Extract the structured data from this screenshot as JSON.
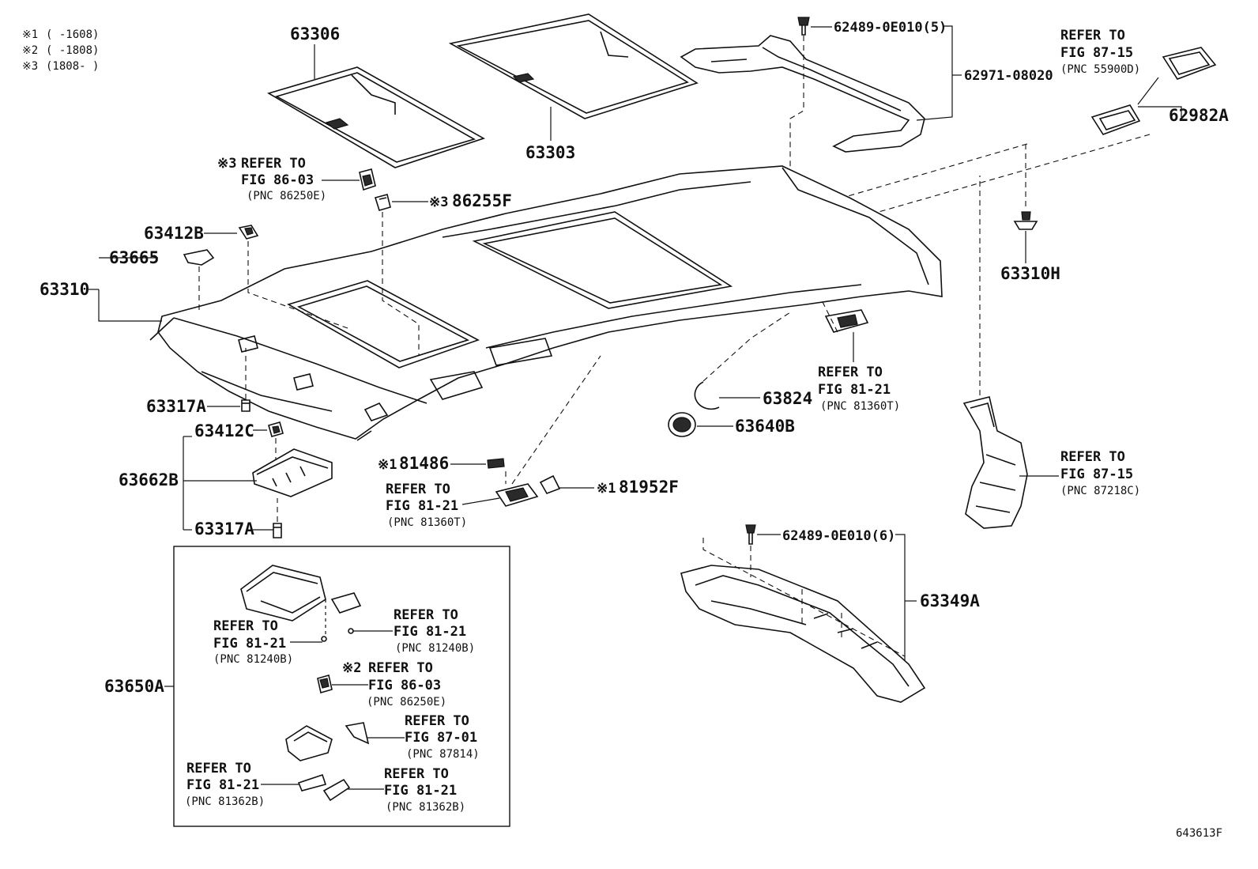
{
  "notes": [
    {
      "mark": "※1",
      "range": "(     -1608)"
    },
    {
      "mark": "※2",
      "range": "(     -1808)"
    },
    {
      "mark": "※3",
      "range": "(1808-     )"
    }
  ],
  "parts": {
    "p63306": "63306",
    "p63303": "63303",
    "p62489_5": "62489-0E010(5)",
    "p62971": "62971-08020",
    "p62982A": "62982A",
    "p63310H": "63310H",
    "p86255F_mark": "※3",
    "p86255F": "86255F",
    "p63412B": "63412B",
    "p63665": "63665",
    "p63310": "63310",
    "p63317A_1": "63317A",
    "p63412C": "63412C",
    "p63662B": "63662B",
    "p63317A_2": "63317A",
    "p63824": "63824",
    "p63640B": "63640B",
    "p81486_mark": "※1",
    "p81486": "81486",
    "p81952F_mark": "※1",
    "p81952F": "81952F",
    "p62489_6": "62489-0E010(6)",
    "p63349A": "63349A",
    "p63650A": "63650A"
  },
  "refs": {
    "r55900D": {
      "line1": "REFER TO",
      "line2": "FIG 87-15",
      "pnc": "(PNC 55900D)"
    },
    "r86250E_top": {
      "mark": "※3",
      "line1": "REFER TO",
      "line2": "FIG 86-03",
      "pnc": "(PNC 86250E)"
    },
    "r81360T_right": {
      "line1": "REFER TO",
      "line2": "FIG 81-21",
      "pnc": "(PNC 81360T)"
    },
    "r81360T_mid": {
      "line1": "REFER TO",
      "line2": "FIG 81-21",
      "pnc": "(PNC 81360T)"
    },
    "r87218C": {
      "line1": "REFER TO",
      "line2": "FIG 87-15",
      "pnc": "(PNC 87218C)"
    },
    "r81240B_left": {
      "line1": "REFER TO",
      "line2": "FIG 81-21",
      "pnc": "(PNC 81240B)"
    },
    "r81240B_right": {
      "line1": "REFER TO",
      "line2": "FIG 81-21",
      "pnc": "(PNC 81240B)"
    },
    "r86250E_box": {
      "mark": "※2",
      "line1": "REFER TO",
      "line2": "FIG 86-03",
      "pnc": "(PNC 86250E)"
    },
    "r87814": {
      "line1": "REFER TO",
      "line2": "FIG 87-01",
      "pnc": "(PNC 87814)"
    },
    "r81362B_left": {
      "line1": "REFER TO",
      "line2": "FIG 81-21",
      "pnc": "(PNC 81362B)"
    },
    "r81362B_right": {
      "line1": "REFER TO",
      "line2": "FIG 81-21",
      "pnc": "(PNC 81362B)"
    }
  },
  "figure_id": "643613F"
}
